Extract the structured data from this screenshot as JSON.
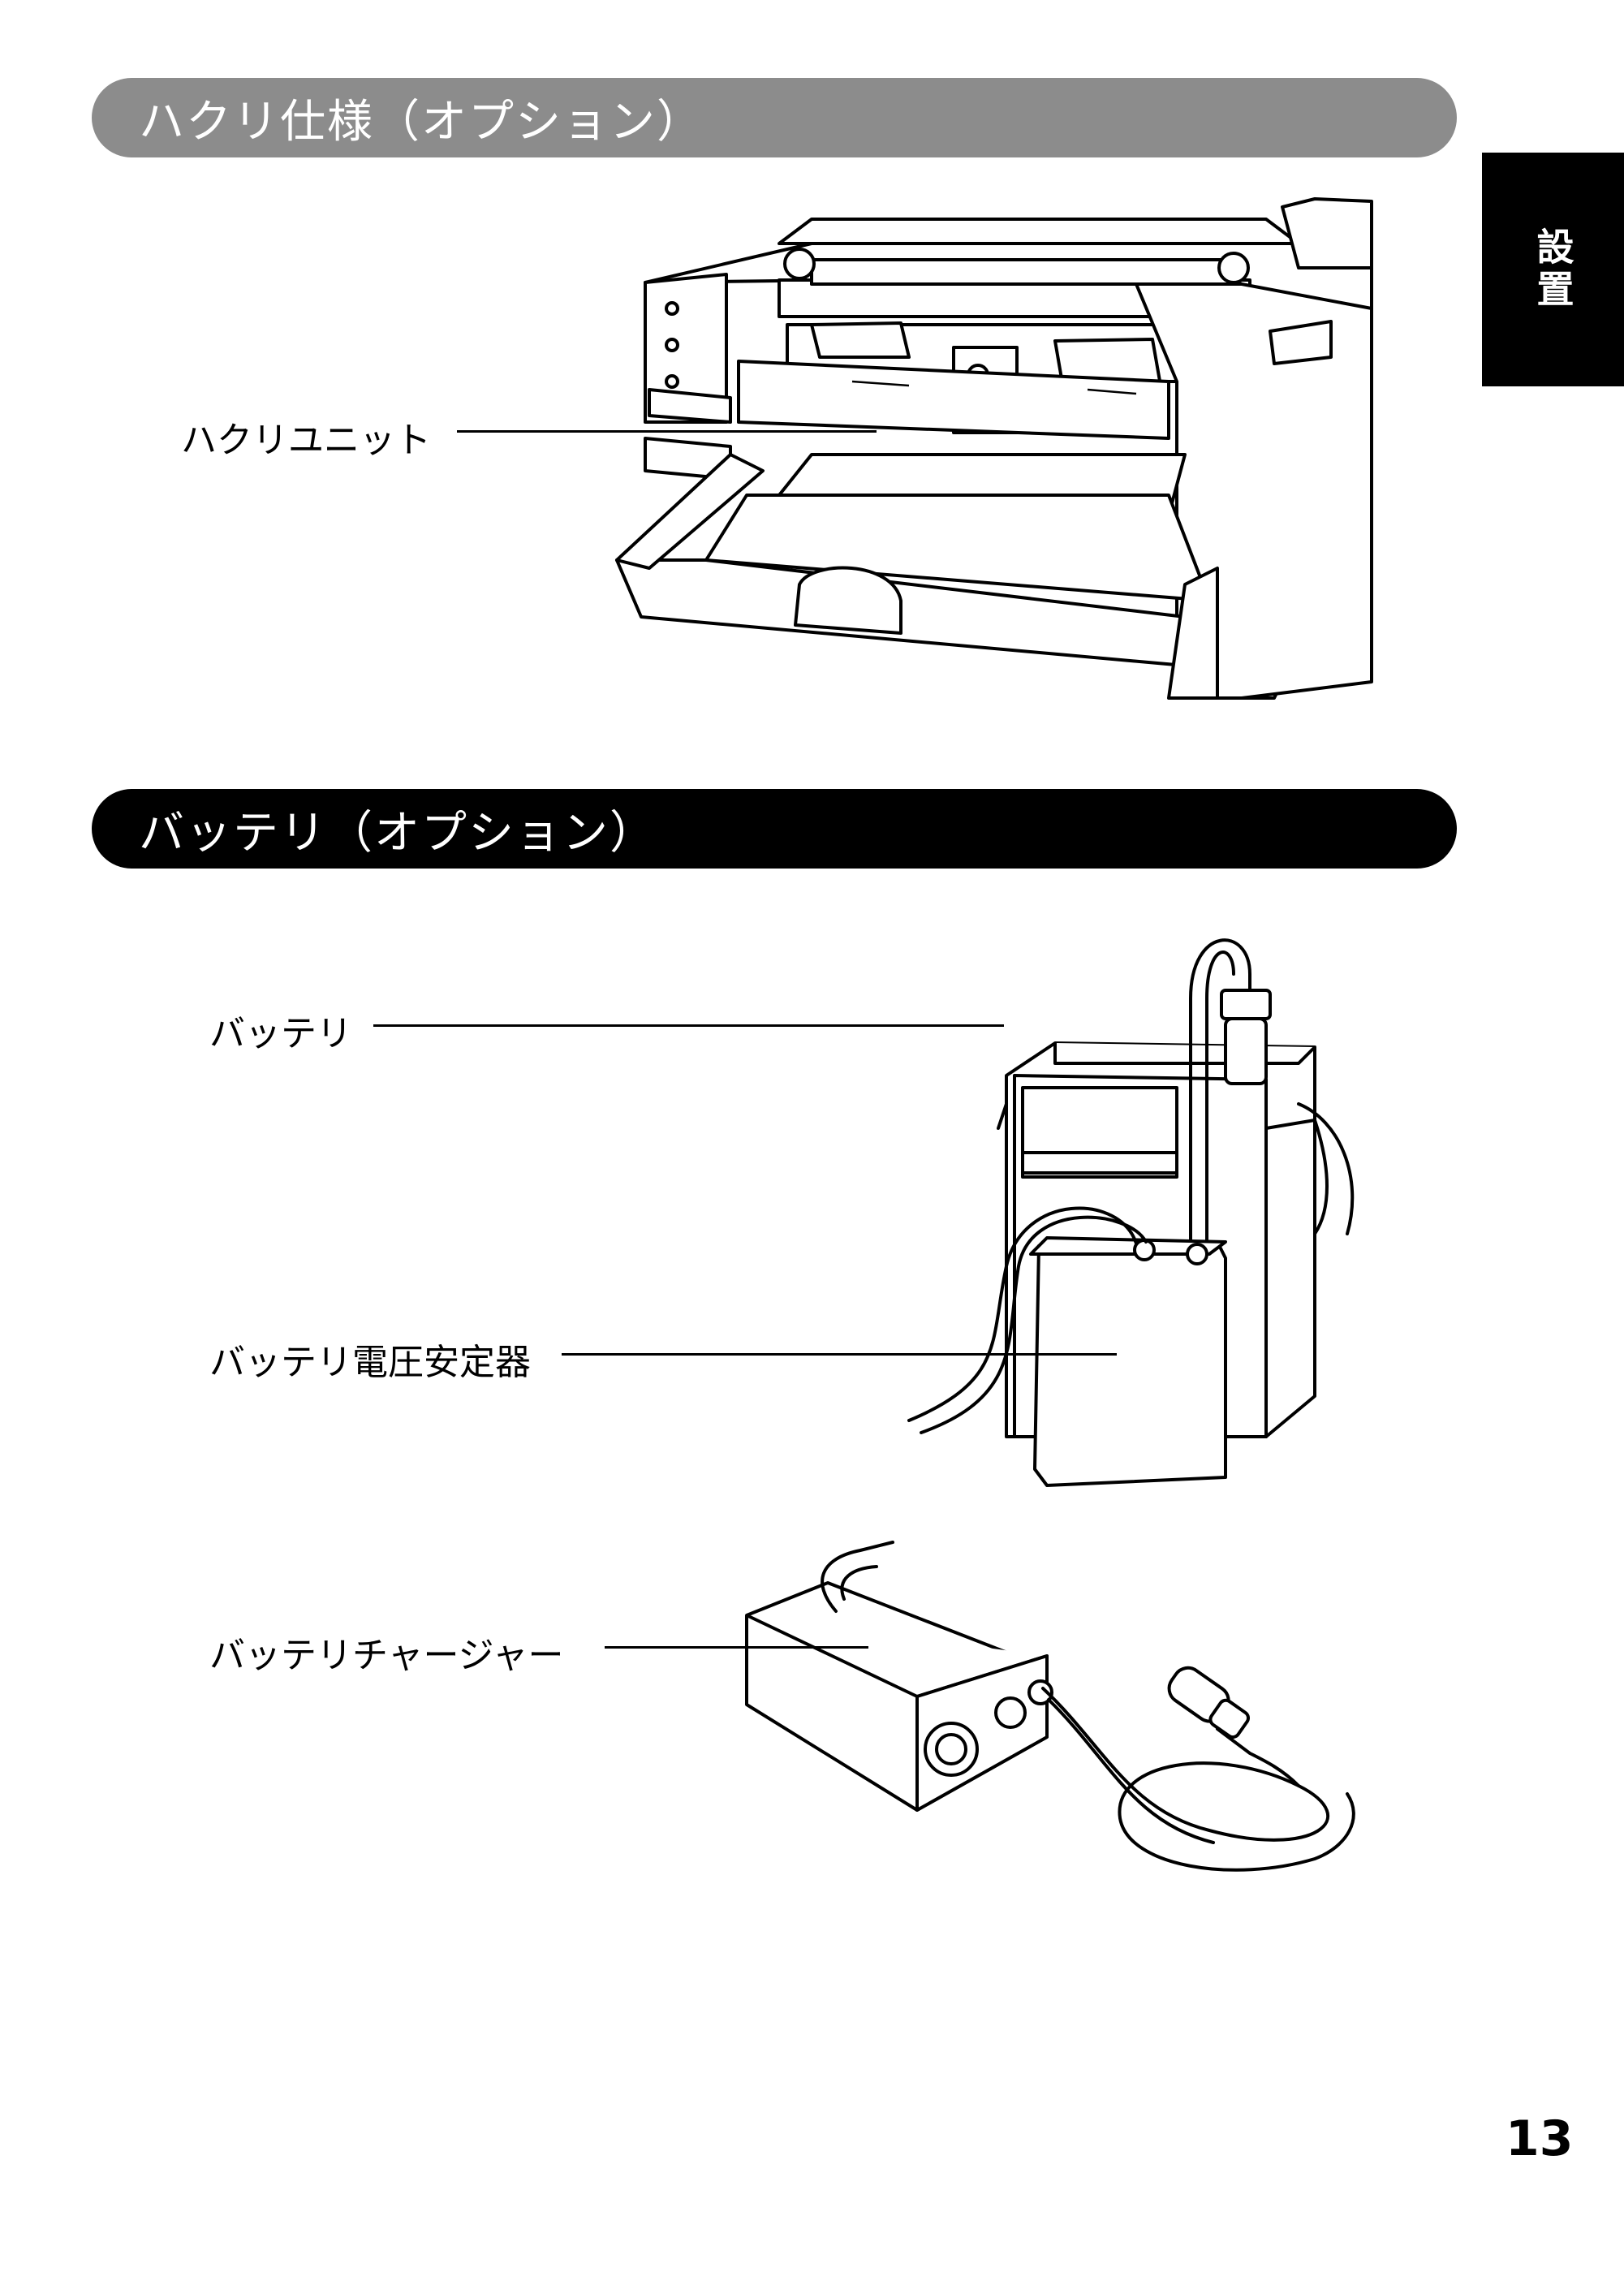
{
  "sections": {
    "peel_header": "ハクリ仕様（オプション）",
    "battery_header": "バッテリ（オプション）"
  },
  "side_tab": "設置",
  "labels": {
    "peel_unit": "ハクリユニット",
    "battery": "バッテリ",
    "regulator": "バッテリ電圧安定器",
    "charger": "バッテリチャージャー"
  },
  "page_number": "13"
}
